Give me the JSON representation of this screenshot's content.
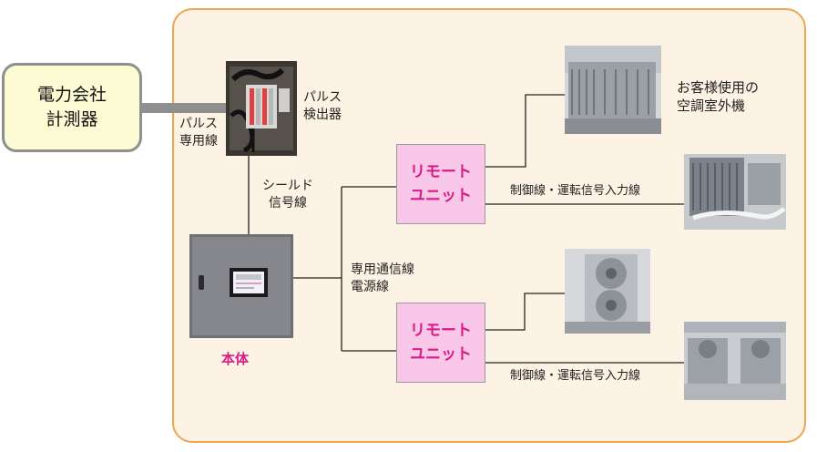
{
  "meter": {
    "line1": "電力会社",
    "line2": "計測器"
  },
  "labels": {
    "pulse_line": [
      "パルス",
      "専用線"
    ],
    "pulse_detector": [
      "パルス",
      "検出器"
    ],
    "shield_line": [
      "シールド",
      "信号線"
    ],
    "comm_line": [
      "専用通信線",
      "電源線"
    ],
    "outdoor_unit": [
      "お客様使用の",
      "空調室外機"
    ],
    "control_line_top": "制御線・運転信号入力線",
    "control_line_bottom": "制御線・運転信号入力線"
  },
  "remote_units": [
    {
      "line1": "リモート",
      "line2": "ユニット"
    },
    {
      "line1": "リモート",
      "line2": "ユニット"
    }
  ],
  "main_unit_label": "本体",
  "colors": {
    "panel_border": "#eca556",
    "panel_bg": "#fdf3e4",
    "remote_bg": "#f9c8e9",
    "accent": "#d81b86",
    "meter_bg": "#fdfbd3"
  }
}
